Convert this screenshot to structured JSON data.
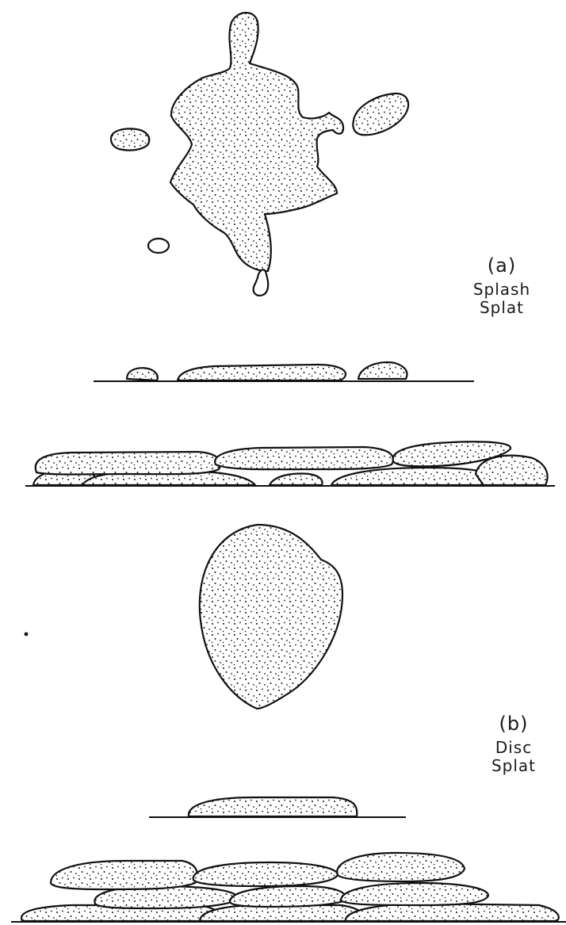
{
  "panel_a": {
    "tag": "(a)",
    "line1": "Splash",
    "line2": "Splat"
  },
  "panel_b": {
    "tag": "(b)",
    "line1": "Disc",
    "line2": "Splat"
  },
  "colors": {
    "ink": "#111111",
    "background": "#ffffff"
  }
}
